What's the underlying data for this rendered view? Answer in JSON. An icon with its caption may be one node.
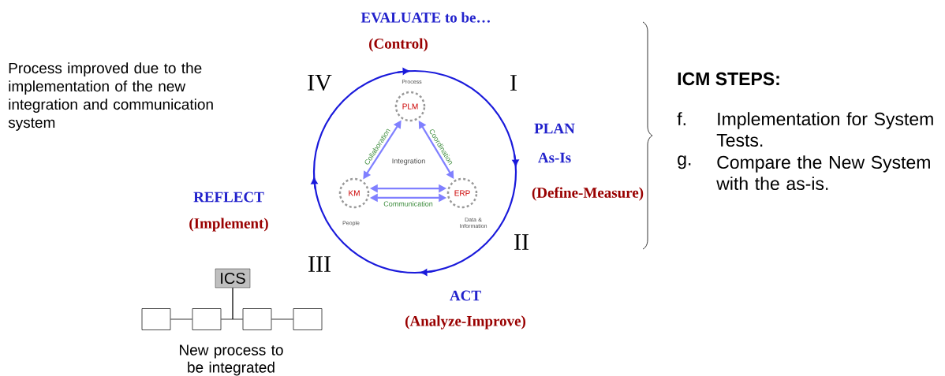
{
  "diagram": {
    "nodes": [
      {
        "text": [
          "PLM"
        ],
        "beside": [
          "Process"
        ]
      },
      {
        "text": [
          "KM"
        ],
        "beside": [
          "People"
        ]
      },
      {
        "text": [
          "ERP"
        ],
        "beside": [
          "Data & Information"
        ]
      },
      {
        "text": [
          "ICS"
        ]
      },
      {
        "text": [],
        "shape": "box"
      },
      {
        "text": [],
        "shape": "box"
      },
      {
        "text": [],
        "shape": "box"
      },
      {
        "text": [],
        "shape": "box"
      }
    ],
    "edges": [
      {
        "from": 0,
        "to": 1,
        "arrow": "both",
        "label": "Collaboration",
        "color": "#8080ff"
      },
      {
        "from": 0,
        "to": 2,
        "arrow": "both",
        "label": "Coordination",
        "color": "#8080ff"
      },
      {
        "from": 1,
        "to": 2,
        "arrow": "both",
        "color": "#8080ff"
      },
      {
        "from": 1,
        "to": 2,
        "arrow": "both",
        "label": "Communication",
        "color": "#8080ff"
      },
      {
        "from": 4,
        "to": 5,
        "arrow": "none",
        "color": "#000000"
      },
      {
        "from": 3,
        "to": 5,
        "arrow": "none",
        "color": "#000000"
      },
      {
        "from": 3,
        "to": 6,
        "arrow": "none",
        "color": "#000000"
      },
      {
        "from": 6,
        "to": 7,
        "arrow": "none",
        "color": "#000000"
      }
    ],
    "labels": [
      "EVALUATE to be…",
      "(Control)",
      "Process improved due to the implementation of the new integration and communication system",
      "IV",
      "I",
      "PLAN",
      "As-Is",
      "(Define-Measure)",
      "Integration",
      "REFLECT",
      "(Implement)",
      "II",
      "III",
      "ACT",
      "(Analyze-Improve)",
      "New process to be integrated",
      "ICM STEPS:",
      "f.",
      "Implementation for System Tests.",
      "g.",
      "Compare the New System with the as-is."
    ]
  }
}
